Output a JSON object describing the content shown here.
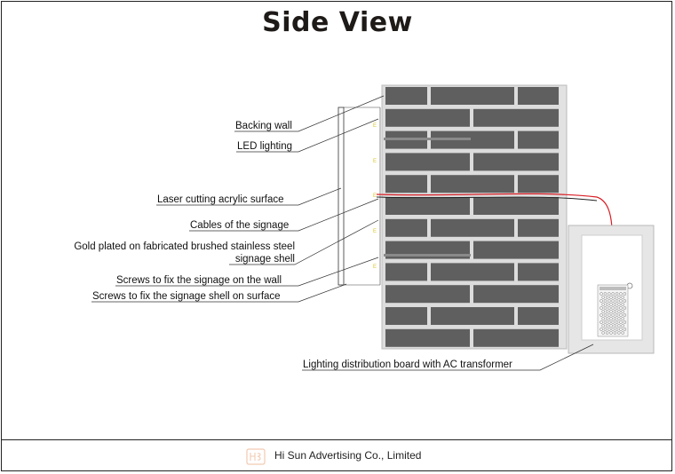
{
  "title": "Side View",
  "labels": {
    "backing_wall": "Backing wall",
    "led_lighting": "LED lighting",
    "laser_cutting": "Laser cutting acrylic surface",
    "cables": "Cables of the signage",
    "gold_plated_line1": "Gold plated on fabricated brushed stainless steel",
    "gold_plated_line2": "signage shell",
    "screws_wall": "Screws to fix the signage on the wall",
    "screws_shell": "Screws to fix the signage shell on surface",
    "distribution_board": "Lighting distribution board with AC transformer"
  },
  "footer": {
    "company": "Hi Sun Advertising Co., Limited"
  },
  "colors": {
    "brick": "#5f5f5f",
    "mortar": "#dcdcdc",
    "cable_red": "#d81f26",
    "title": "#1e1a18"
  }
}
